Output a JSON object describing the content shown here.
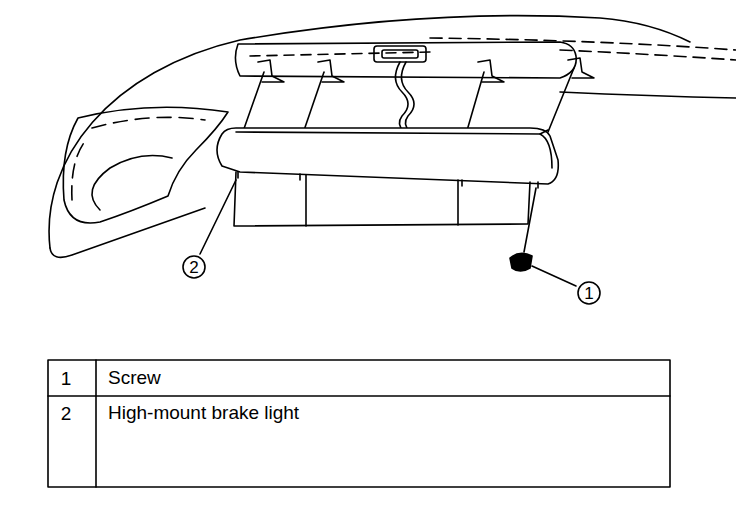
{
  "diagram": {
    "labels": [
      "2",
      "1",
      "1",
      "Screw",
      "2",
      "High-mount brake light"
    ]
  }
}
